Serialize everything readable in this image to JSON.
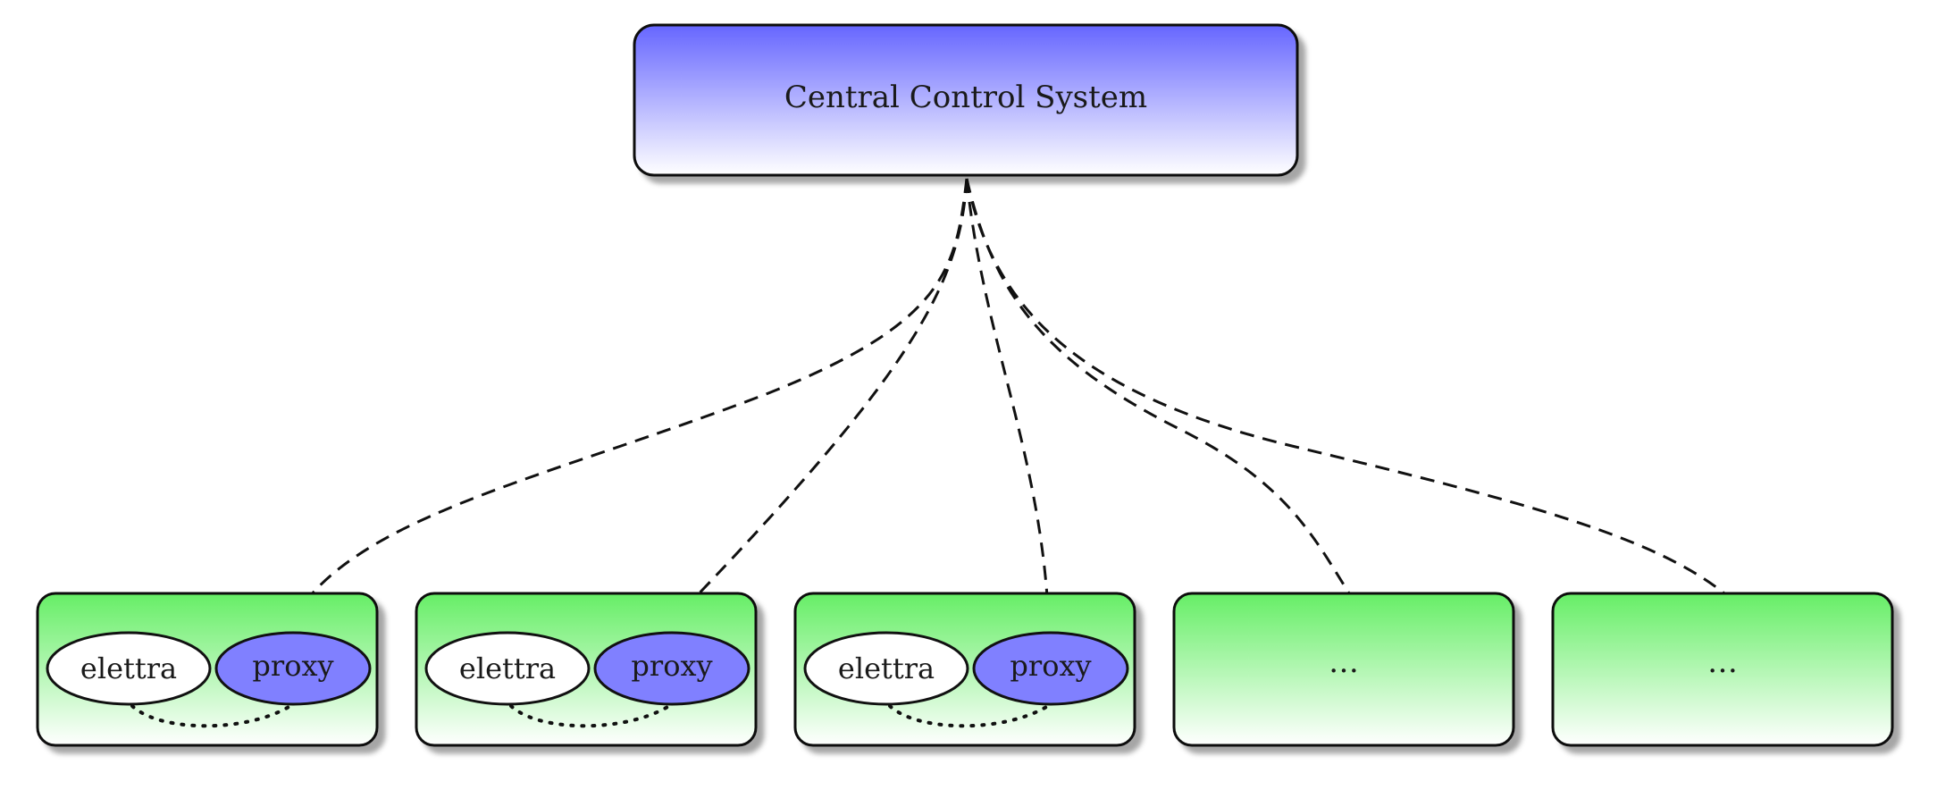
{
  "central": {
    "label": "Central Control System"
  },
  "nodes": [
    {
      "elettra": "elettra",
      "proxy": "proxy"
    },
    {
      "elettra": "elettra",
      "proxy": "proxy"
    },
    {
      "elettra": "elettra",
      "proxy": "proxy"
    },
    {
      "ellipsis": "…"
    },
    {
      "ellipsis": "…"
    }
  ],
  "colors": {
    "central_top": "#6666ff",
    "central_bottom": "#ffffff",
    "node_top": "#66ee66",
    "node_bottom": "#ffffff",
    "proxy_fill": "#8080ff",
    "elettra_fill": "#ffffff",
    "stroke": "#111111"
  }
}
